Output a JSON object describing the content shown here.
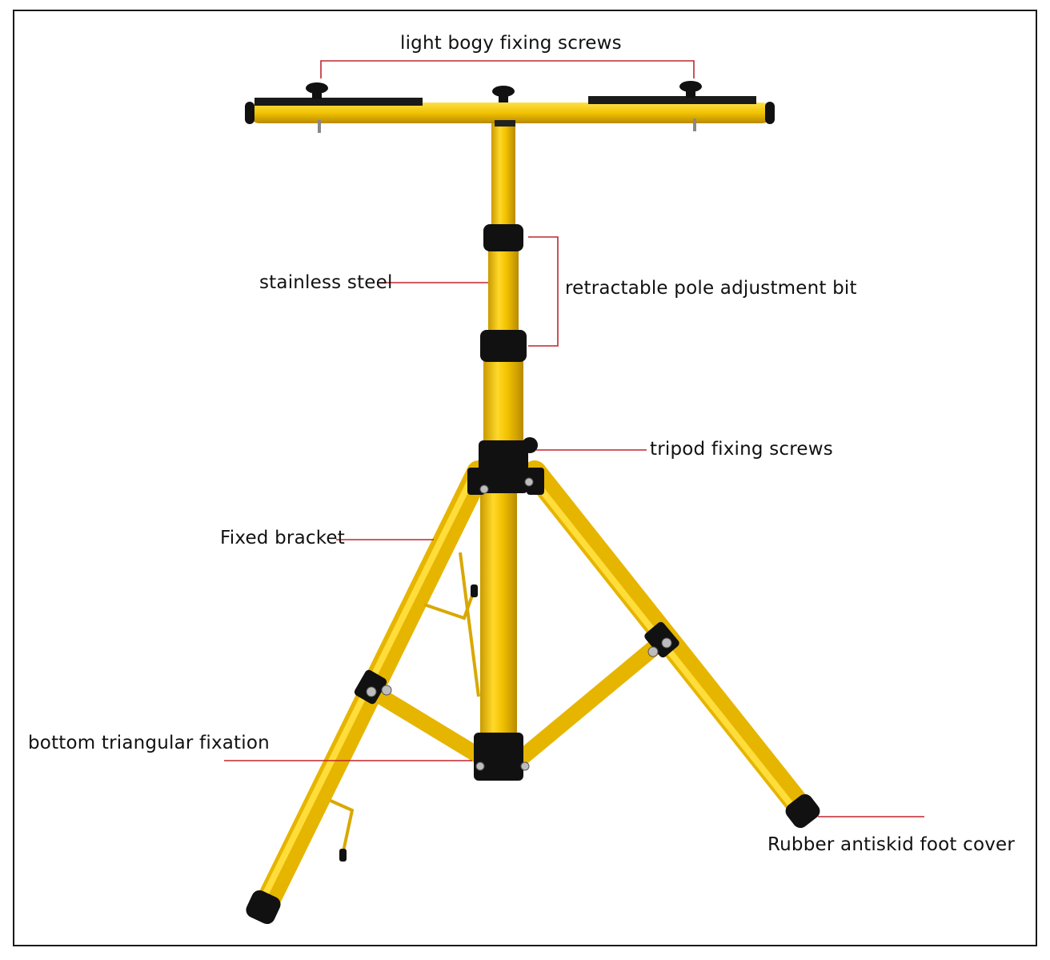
{
  "labels": {
    "light_bogy": "light bogy fixing screws",
    "stainless": "stainless steel",
    "retractable": "retractable pole adjustment bit",
    "tripod_screws": "tripod fixing screws",
    "fixed_bracket": "Fixed bracket",
    "bottom_fix": "bottom triangular fixation",
    "rubber_foot": "Rubber antiskid foot cover"
  },
  "colors": {
    "leader_line": "#c0272d",
    "tube": "#f2c200",
    "tube_shade": "#c99a00",
    "clamp": "#111111"
  }
}
